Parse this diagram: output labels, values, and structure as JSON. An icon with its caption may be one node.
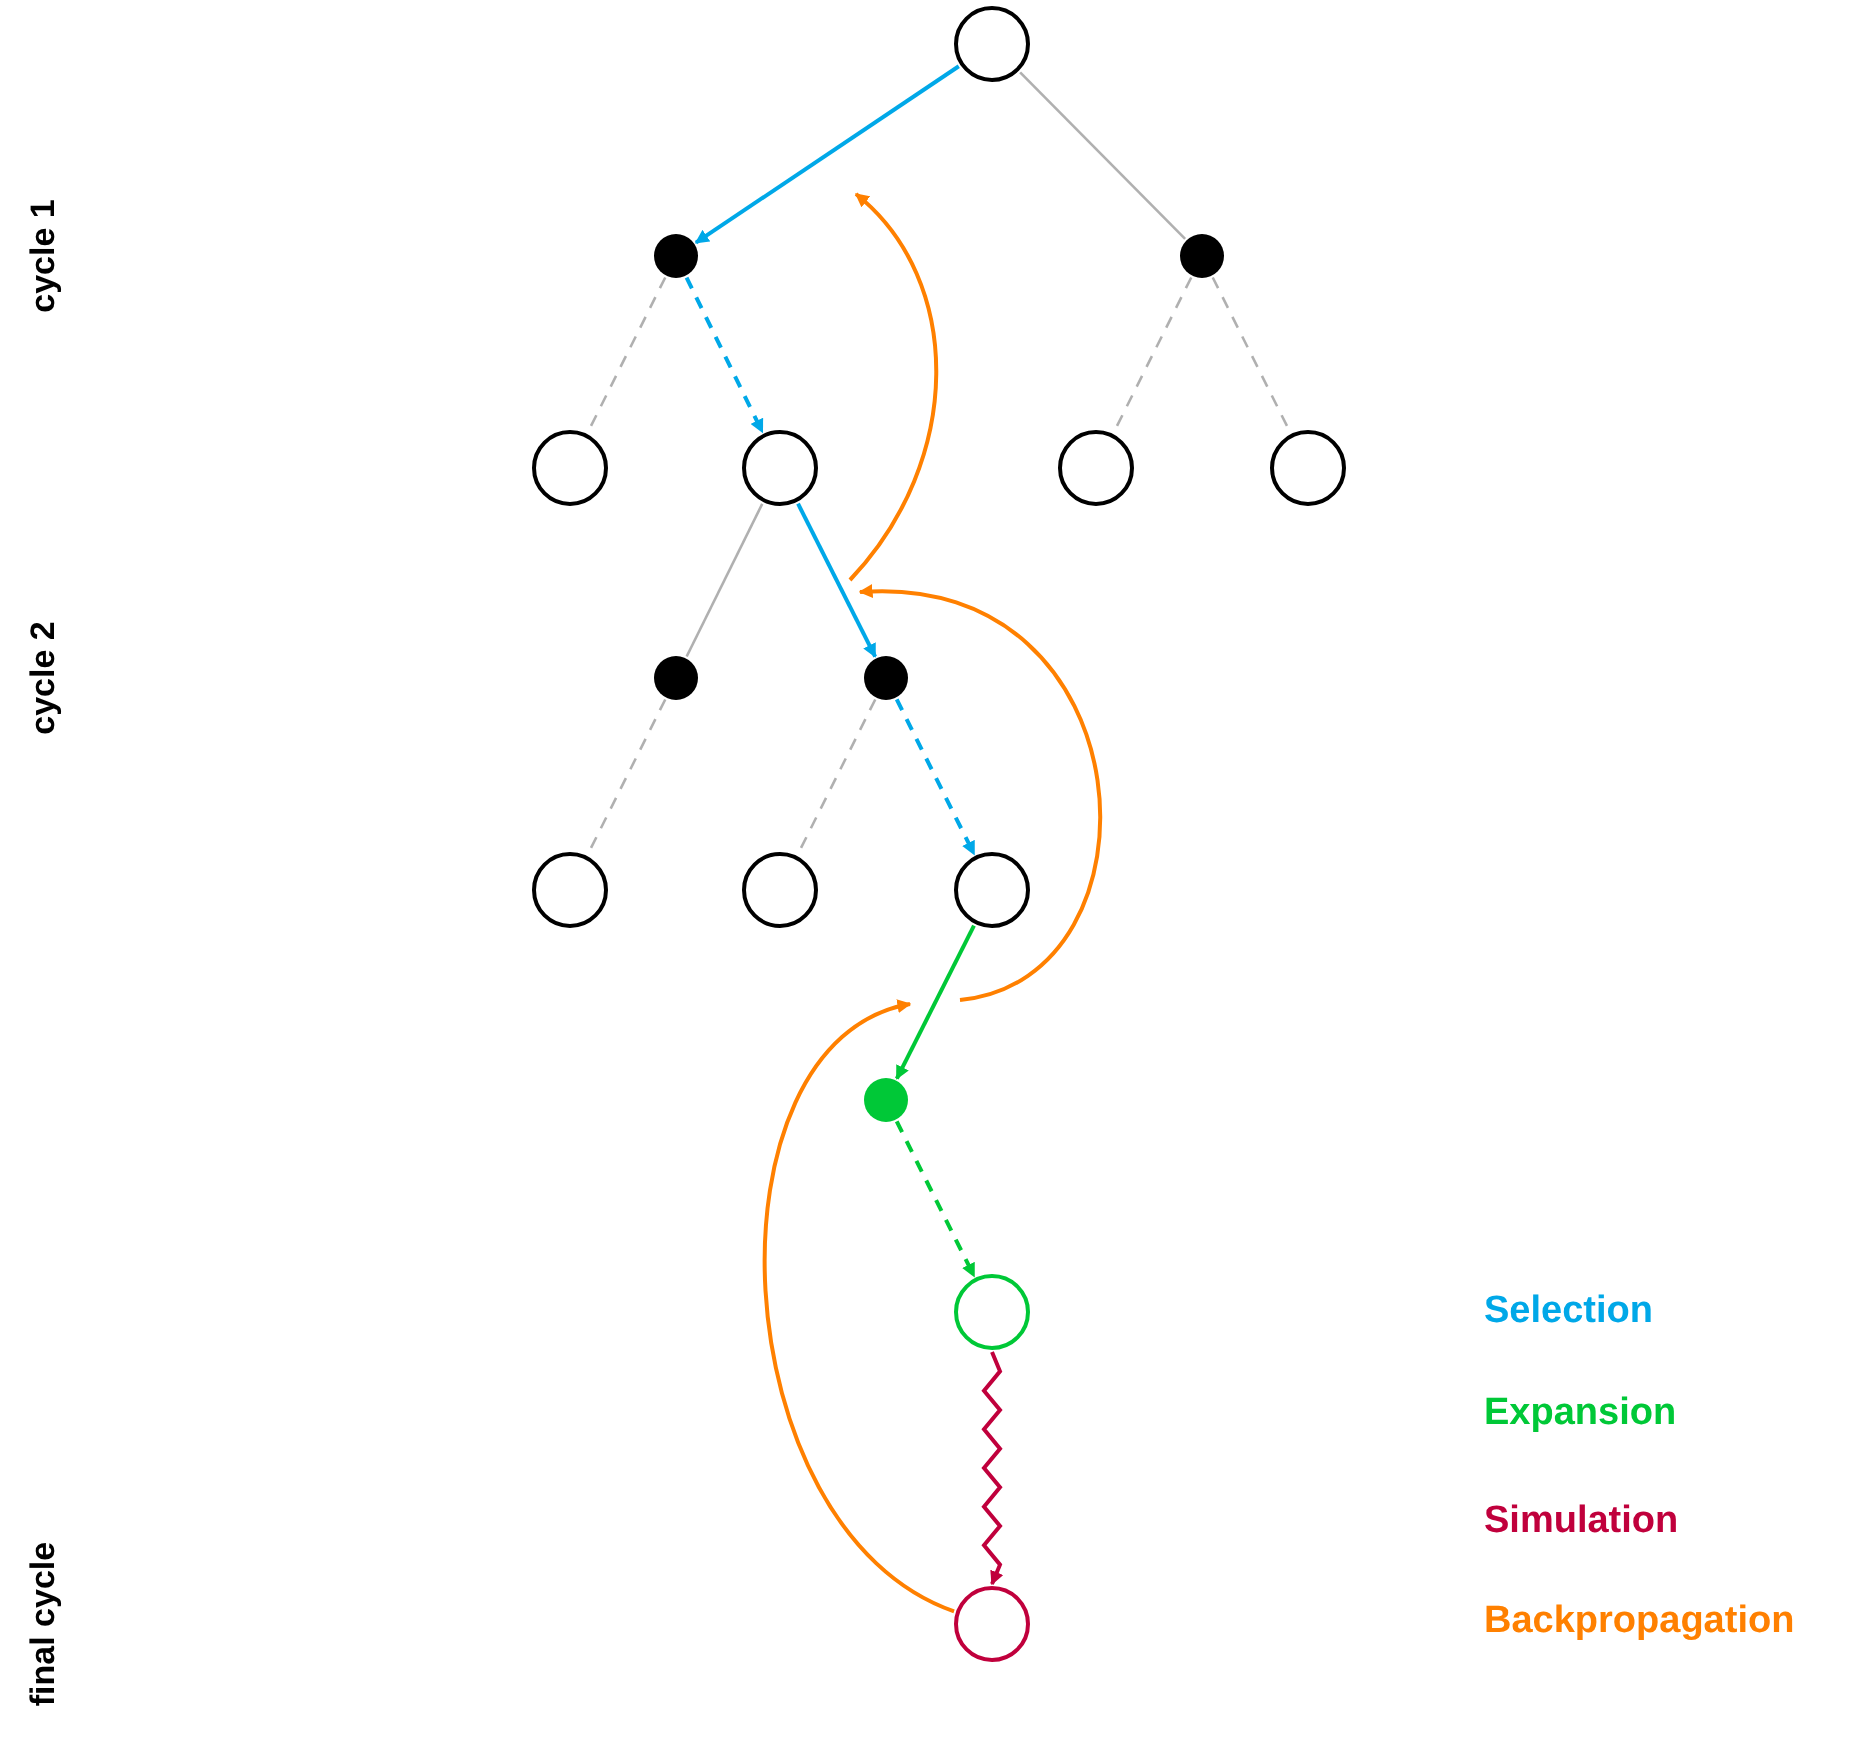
{
  "diagram": {
    "nodes": [
      {
        "text": [],
        "shape": "circle"
      },
      {
        "text": [],
        "shape": "circle"
      },
      {
        "text": [],
        "shape": "circle"
      },
      {
        "text": [],
        "shape": "circle"
      },
      {
        "text": [],
        "shape": "circle"
      },
      {
        "text": [],
        "shape": "circle"
      },
      {
        "text": [],
        "shape": "circle"
      },
      {
        "text": [],
        "shape": "circle"
      },
      {
        "text": [],
        "shape": "circle"
      },
      {
        "text": [],
        "shape": "circle"
      },
      {
        "text": [],
        "shape": "circle"
      },
      {
        "text": [],
        "shape": "circle"
      },
      {
        "text": [],
        "shape": "circle"
      },
      {
        "text": [],
        "shape": "circle"
      },
      {
        "text": [],
        "shape": "circle"
      }
    ],
    "edges": [
      {
        "from": 0,
        "to": 1,
        "arrow": "to",
        "color": "#00a8e8"
      },
      {
        "from": 0,
        "to": 2,
        "arrow": "none"
      },
      {
        "from": 1,
        "to": 3,
        "arrow": "none",
        "style": "dashed"
      },
      {
        "from": 1,
        "to": 4,
        "arrow": "to",
        "style": "dashed",
        "color": "#00a8e8"
      },
      {
        "from": 2,
        "to": 5,
        "arrow": "none",
        "style": "dashed"
      },
      {
        "from": 2,
        "to": 6,
        "arrow": "none",
        "style": "dashed"
      },
      {
        "from": 4,
        "to": 7,
        "arrow": "none"
      },
      {
        "from": 4,
        "to": 8,
        "arrow": "to",
        "color": "#00a8e8"
      },
      {
        "from": 7,
        "to": 9,
        "arrow": "none",
        "style": "dashed"
      },
      {
        "from": 8,
        "to": 10,
        "arrow": "none",
        "style": "dashed"
      },
      {
        "from": 8,
        "to": 11,
        "arrow": "to",
        "style": "dashed",
        "color": "#00a8e8"
      },
      {
        "from": 11,
        "to": 12,
        "arrow": "to",
        "color": "#00c837"
      },
      {
        "from": 12,
        "to": 13,
        "arrow": "to",
        "style": "dashed",
        "color": "#00c837"
      },
      {
        "from": 13,
        "to": 14,
        "arrow": "to",
        "color": "#c0003c"
      },
      {
        "from": 14,
        "to": null,
        "arrow": "to",
        "color": "#ff8000"
      }
    ],
    "labels": [
      "cycle 1",
      "cycle 2",
      "final cycle"
    ],
    "legend": [
      {
        "text": "Selection",
        "color": "#00a8e8"
      },
      {
        "text": "Expansion",
        "color": "#00c837"
      },
      {
        "text": "Simulation",
        "color": "#c0003c"
      },
      {
        "text": "Backpropagation",
        "color": "#ff8000"
      }
    ]
  }
}
